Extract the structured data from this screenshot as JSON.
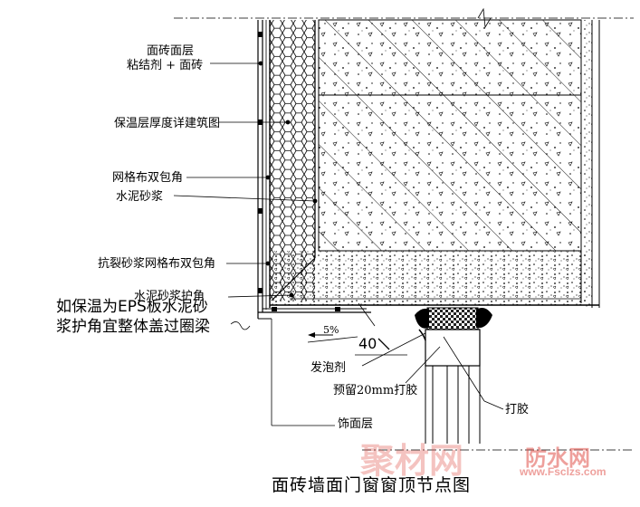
{
  "title": "面砖墙面门窗窗顶节点图",
  "labels": {
    "tile_layer": "面砖面层",
    "adhesive_tile": "粘结剂 + 面砖",
    "insulation": "保温层厚度详建筑图",
    "mesh_double": "网格布双包角",
    "cement_mortar": "水泥砂浆",
    "crack_mesh": "抗裂砂浆网格布双包角",
    "mortar_corner": "水泥砂浆护角",
    "foam": "发泡剂",
    "reserve": "预留20mm打胶",
    "sealant": "打胶",
    "finish": "饰面层",
    "slope": "5%",
    "dim": "40"
  },
  "note": {
    "line1": "如保温为EPS板水泥砂",
    "line2": "浆护角宜整体盖过圈梁"
  },
  "watermark": {
    "brand": "聚材网",
    "site": "防水网",
    "url": "www.Fsclzs.com",
    "color": "#e0524a"
  }
}
